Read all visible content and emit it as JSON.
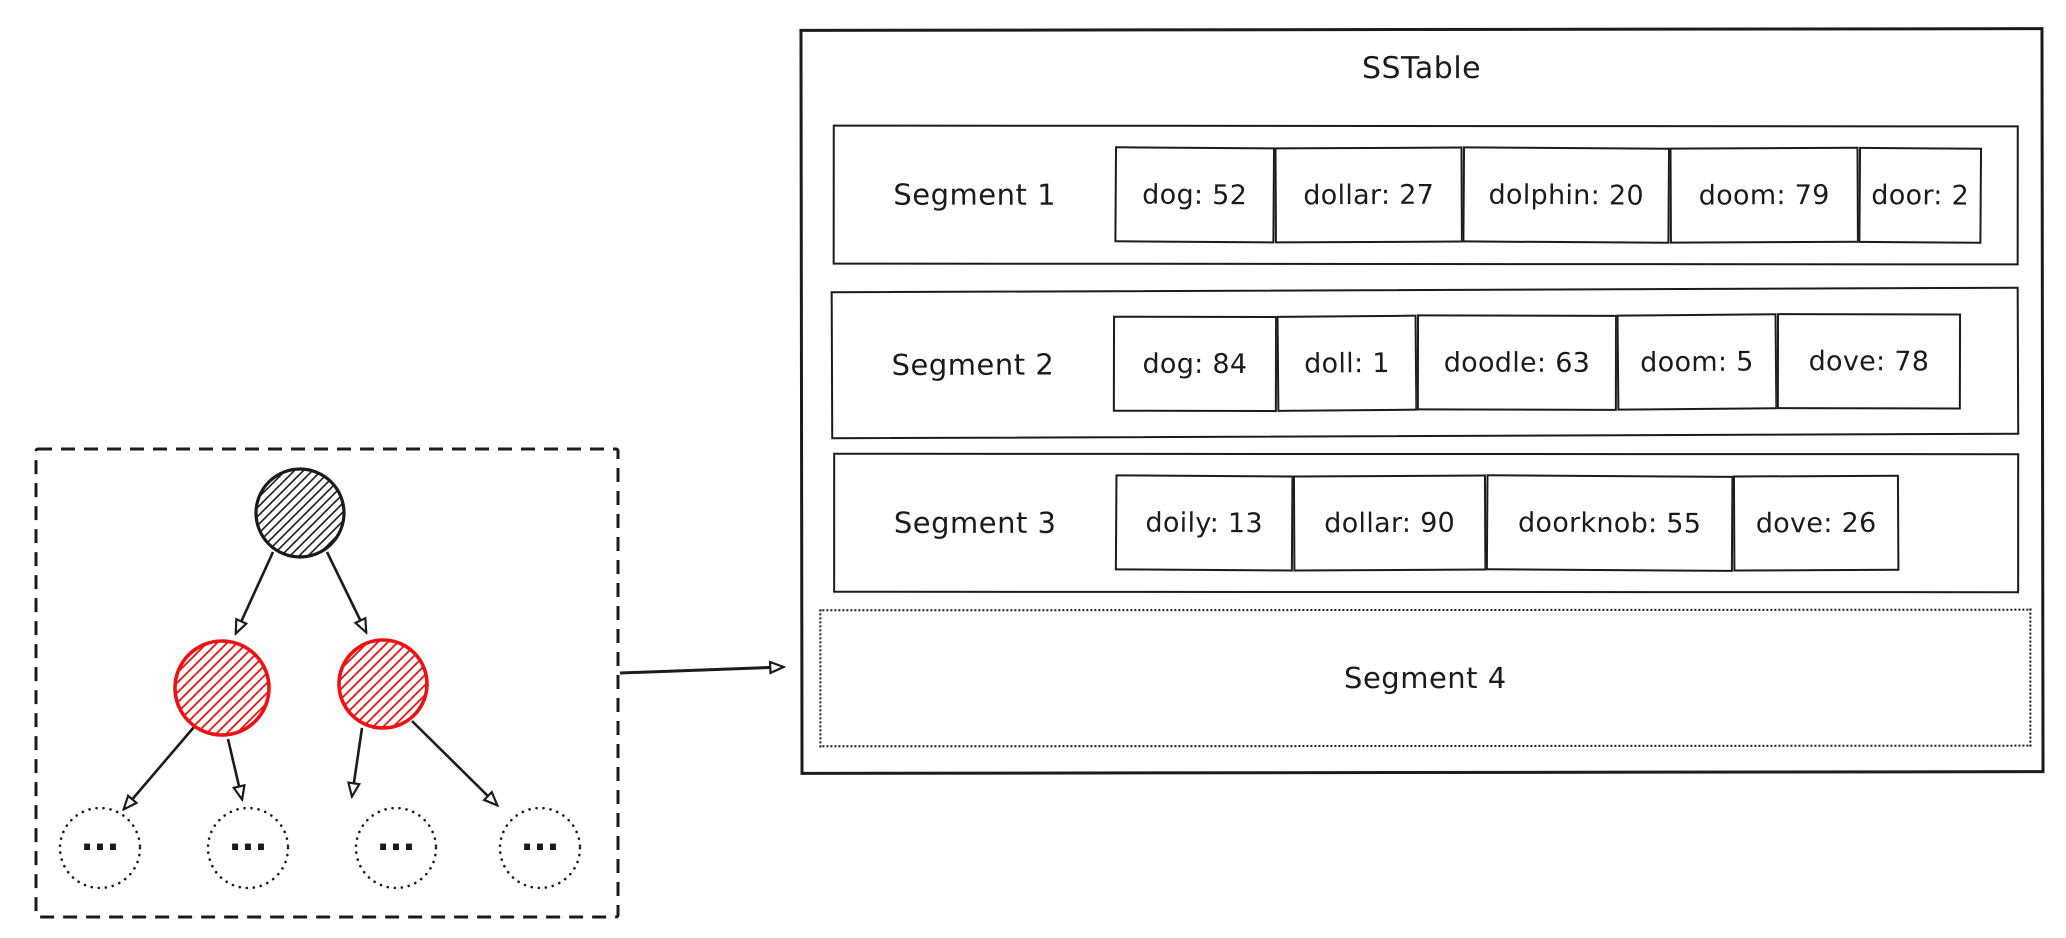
{
  "colors": {
    "stroke": "#1b1b1b",
    "red": "#ee1111",
    "background": "#ffffff"
  },
  "sstable": {
    "title": "SSTable",
    "segments": [
      {
        "label": "Segment 1",
        "style": "solid",
        "cells": [
          "dog: 52",
          "dollar: 27",
          "dolphin: 20",
          "doom: 79",
          "door: 2"
        ]
      },
      {
        "label": "Segment 2",
        "style": "solid",
        "cells": [
          "dog: 84",
          "doll: 1",
          "doodle: 63",
          "doom: 5",
          "dove: 78"
        ]
      },
      {
        "label": "Segment 3",
        "style": "solid",
        "cells": [
          "doily: 13",
          "dollar: 90",
          "doorknob: 55",
          "dove: 26"
        ]
      },
      {
        "label": "Segment 4",
        "style": "dotted",
        "cells": []
      }
    ]
  },
  "tree": {
    "root_color": "#1b1b1b",
    "child_color": "#ee1111",
    "children_count": 2,
    "leaf_count": 4,
    "leaf_label": "..."
  }
}
